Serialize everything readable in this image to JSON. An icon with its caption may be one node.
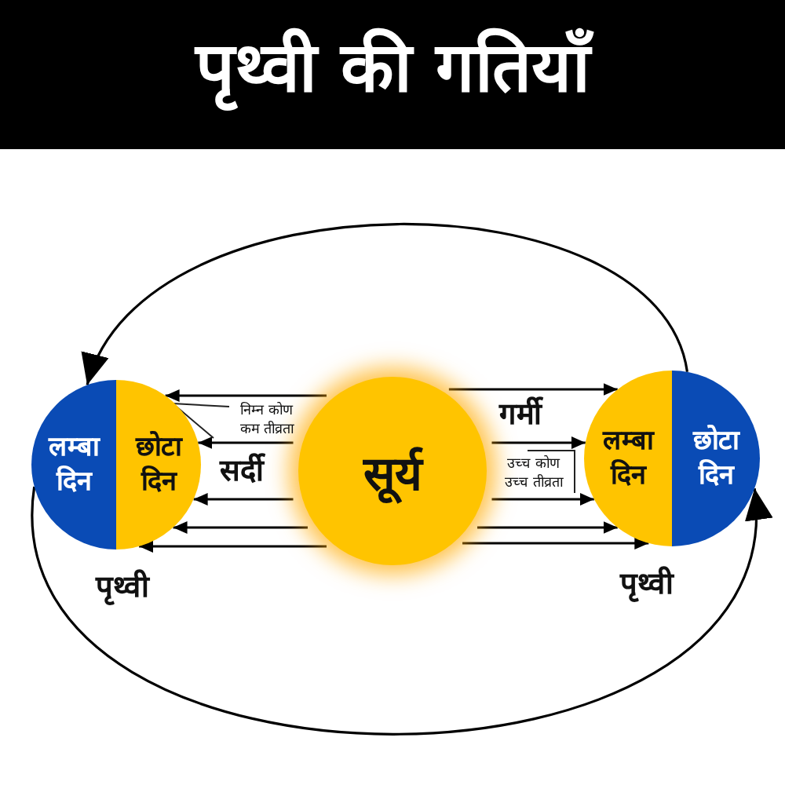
{
  "diagram": {
    "title": "पृथ्वी की गतियाँ",
    "nodes": [
      {
        "text": [
          "सूर्य"
        ]
      },
      {
        "text": [
          "लम्बा दिन",
          "छोटा दिन"
        ],
        "beside": [
          "पृथ्वी"
        ]
      },
      {
        "text": [
          "लम्बा दिन",
          "छोटा दिन"
        ],
        "beside": [
          "पृथ्वी"
        ]
      }
    ],
    "edges": [
      {
        "from": 0,
        "to": 1,
        "arrow": "to"
      },
      {
        "from": 0,
        "to": 1,
        "arrow": "to"
      },
      {
        "from": 0,
        "to": 1,
        "arrow": "to"
      },
      {
        "from": 0,
        "to": 1,
        "arrow": "to"
      },
      {
        "from": 0,
        "to": 1,
        "arrow": "to"
      },
      {
        "from": 0,
        "to": 2,
        "arrow": "to"
      },
      {
        "from": 0,
        "to": 2,
        "arrow": "to"
      },
      {
        "from": 0,
        "to": 2,
        "arrow": "to"
      },
      {
        "from": 0,
        "to": 2,
        "arrow": "to"
      },
      {
        "from": 0,
        "to": 2,
        "arrow": "to"
      },
      {
        "from": 2,
        "to": 1,
        "arrow": "to"
      },
      {
        "from": 1,
        "to": 2,
        "arrow": "to"
      }
    ],
    "labels": [
      "गर्मी",
      "सर्दी",
      "निम्न कोण कम तीव्रता",
      "उच्च कोण उच्च तीव्रता"
    ]
  }
}
